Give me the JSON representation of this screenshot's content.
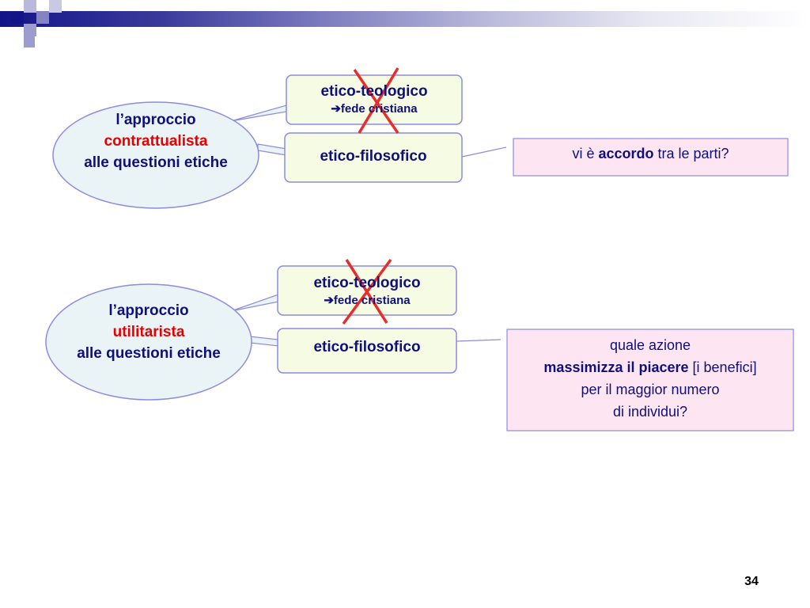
{
  "colors": {
    "accent_blue": "#10107a",
    "highlight_red": "#e60000",
    "ellipse_fill": "#eaf4f6",
    "ellipse_stroke": "#8b8be0",
    "box_fill": "#f6fbe3",
    "box_stroke": "#8b8be0",
    "pink_fill": "#fde6f2",
    "pink_stroke": "#8b8be0",
    "cross_red": "#e82c2c"
  },
  "diagrams": [
    {
      "ellipse": {
        "line1": "l’approccio",
        "line2": "contrattualista",
        "line3": "alle questioni etiche"
      },
      "theological": {
        "title": "etico-teologico",
        "arrow": "➔",
        "sub": "fede cristiana",
        "crossed": true
      },
      "philosophical": {
        "title": "etico-filosofico"
      },
      "question": {
        "pre": "vi è ",
        "bold": "accordo",
        "post": " tra le parti?"
      }
    },
    {
      "ellipse": {
        "line1": "l’approccio",
        "line2": "utilitarista",
        "line3": "alle questioni etiche"
      },
      "theological": {
        "title": "etico-teologico",
        "arrow": "➔",
        "sub": "fede cristiana",
        "crossed": true
      },
      "philosophical": {
        "title": "etico-filosofico"
      },
      "question": {
        "line1": "quale azione",
        "bold": "massimizza il piacere",
        "post": " [i benefici]",
        "line3": "per il maggior numero",
        "line4": "di individui?"
      }
    }
  ],
  "page_number": "34"
}
